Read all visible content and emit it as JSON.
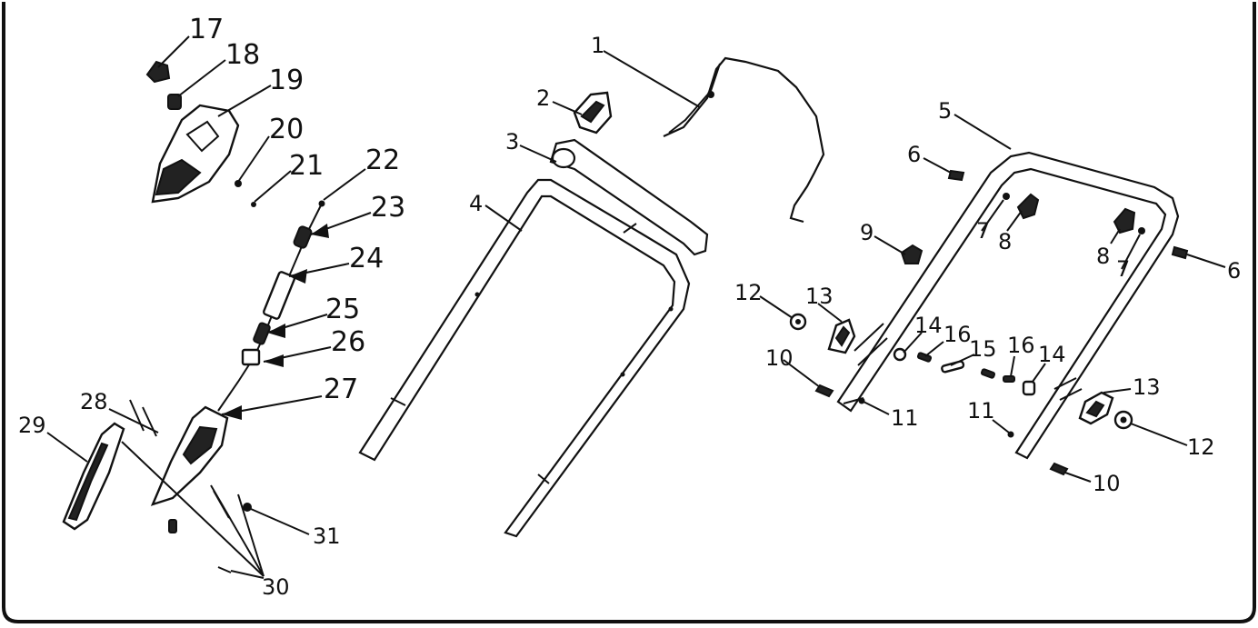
{
  "diagram": {
    "parts": [
      {
        "id": "p1",
        "label": "1"
      },
      {
        "id": "p2",
        "label": "2"
      },
      {
        "id": "p3",
        "label": "3"
      },
      {
        "id": "p4",
        "label": "4"
      },
      {
        "id": "p5",
        "label": "5"
      },
      {
        "id": "p6a",
        "label": "6"
      },
      {
        "id": "p6b",
        "label": "6"
      },
      {
        "id": "p7a",
        "label": "7"
      },
      {
        "id": "p7b",
        "label": "7"
      },
      {
        "id": "p8a",
        "label": "8"
      },
      {
        "id": "p8b",
        "label": "8"
      },
      {
        "id": "p9",
        "label": "9"
      },
      {
        "id": "p10a",
        "label": "10"
      },
      {
        "id": "p10b",
        "label": "10"
      },
      {
        "id": "p11a",
        "label": "11"
      },
      {
        "id": "p11b",
        "label": "11"
      },
      {
        "id": "p12a",
        "label": "12"
      },
      {
        "id": "p12b",
        "label": "12"
      },
      {
        "id": "p13a",
        "label": "13"
      },
      {
        "id": "p13b",
        "label": "13"
      },
      {
        "id": "p14a",
        "label": "14"
      },
      {
        "id": "p14b",
        "label": "14"
      },
      {
        "id": "p15",
        "label": "15"
      },
      {
        "id": "p16a",
        "label": "16"
      },
      {
        "id": "p16b",
        "label": "16"
      },
      {
        "id": "p17",
        "label": "17"
      },
      {
        "id": "p18",
        "label": "18"
      },
      {
        "id": "p19",
        "label": "19"
      },
      {
        "id": "p20",
        "label": "20"
      },
      {
        "id": "p21",
        "label": "21"
      },
      {
        "id": "p22",
        "label": "22"
      },
      {
        "id": "p23",
        "label": "23"
      },
      {
        "id": "p24",
        "label": "24"
      },
      {
        "id": "p25",
        "label": "25"
      },
      {
        "id": "p26",
        "label": "26"
      },
      {
        "id": "p27",
        "label": "27"
      },
      {
        "id": "p28",
        "label": "28"
      },
      {
        "id": "p29",
        "label": "29"
      },
      {
        "id": "p30",
        "label": "30"
      },
      {
        "id": "p31",
        "label": "31"
      }
    ]
  }
}
